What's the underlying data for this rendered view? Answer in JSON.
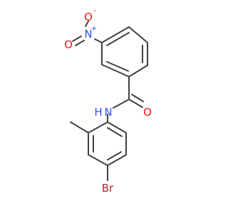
{
  "molecule": {
    "atoms": {
      "nitro_n": {
        "symbol": "N",
        "charge": "+"
      },
      "nitro_o_minus": {
        "symbol": "O",
        "charge": "-"
      },
      "nitro_o_double": {
        "symbol": "O"
      },
      "amide_o": {
        "symbol": "O"
      },
      "amide_n": {
        "symbol": "N"
      },
      "amide_h": {
        "symbol": "H"
      },
      "br": {
        "symbol": "Br"
      }
    },
    "colors": {
      "bond": "#404040",
      "nitrogen": "#3050f8",
      "oxygen": "#ff0d0d",
      "bromine": "#a62929",
      "hydrogen": "#404040"
    }
  }
}
